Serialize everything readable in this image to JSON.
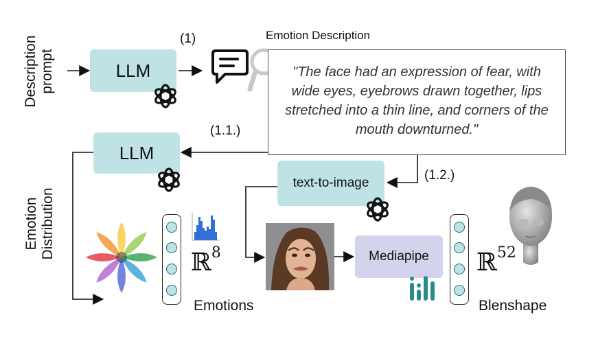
{
  "labels": {
    "description_prompt": "Description\nprompt",
    "emotion_distribution": "Emotion\nDistribution",
    "step_1": "(1)",
    "step_1_1": "(1.1.)",
    "step_1_2": "(1.2.)",
    "emotion_description_title": "Emotion Description",
    "emotions": "Emotions",
    "blendshape": "Blenshape"
  },
  "boxes": {
    "llm_top": "LLM",
    "llm_bottom": "LLM",
    "text_to_image": "text-to-image",
    "mediapipe": "Mediapipe"
  },
  "quote_text": "\"The face had an expression of fear, with wide eyes, eyebrows drawn together, lips stretched into a thin line, and corners of the mouth downturned.\"",
  "math": {
    "emotion_space": "ℝ",
    "emotion_dim": "8",
    "blend_space": "ℝ",
    "blend_dim": "52"
  },
  "icons": {
    "llm_logo": "openai-icon",
    "chat": "chat-bubble-icon",
    "search": "magnifier-icon",
    "wheel": "emotion-wheel-icon",
    "histogram": "histogram-icon",
    "mediapipe_logo": "mediapipe-logo-icon",
    "face_photo": "face-photo",
    "head_model": "3d-head-icon"
  },
  "colors": {
    "llm_box": "#bfe3e4",
    "mediapipe_box": "#d3d3ec",
    "node_stroke": "#1e6e73",
    "histogram": "#2f6fd6",
    "mediapipe_logo": "#2a8b8f"
  }
}
